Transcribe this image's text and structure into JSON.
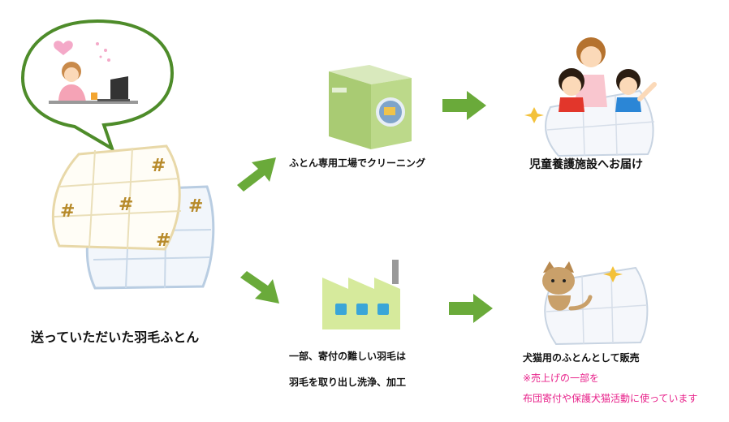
{
  "source": {
    "caption": "送っていただいた羽毛ふとん",
    "tag_symbol": "#"
  },
  "route_upper": {
    "step_label": "ふとん専用工場でクリーニング",
    "result_label": "児童養護施設へお届け"
  },
  "route_lower": {
    "step_label_line1": "一部、寄付の難しい羽毛は",
    "step_label_line2": "羽毛を取り出し洗浄、加工",
    "result_label": "犬猫用のふとんとして販売",
    "note_line1": "※売上げの一部を",
    "note_line2": "布団寄付や保護犬猫活動に使っています"
  },
  "colors": {
    "arrow": "#6aaa3a",
    "bubble_border": "#4e8c2a",
    "machine": "#b9d98a",
    "factory": "#d6ea9c",
    "window": "#3aa6d8",
    "note": "#e8238b"
  }
}
